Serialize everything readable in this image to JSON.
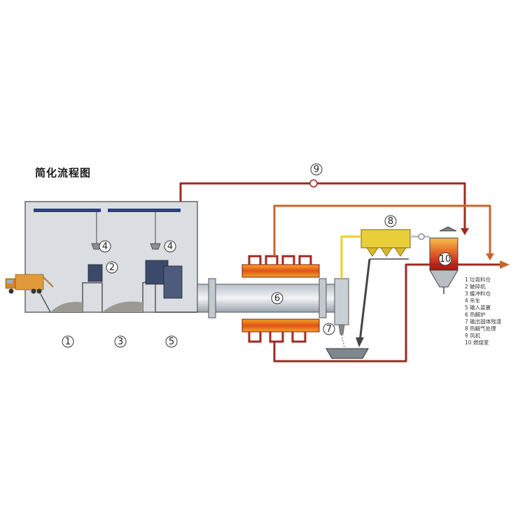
{
  "title": "简化流程图",
  "labels": {
    "n1": "1",
    "n2": "2",
    "n3": "3",
    "n4a": "4",
    "n4b": "4",
    "n5": "5",
    "n6": "6",
    "n7": "7",
    "n8": "8",
    "n9": "9",
    "n10": "10"
  },
  "legend": [
    "1 垃圾料仓",
    "2 破碎机",
    "3 缓冲料仓",
    "4 吊车",
    "5 输入装置",
    "6 热解炉",
    "7 输出固体残渣",
    "8 热解气处理",
    "9 风机",
    "10 燃烧室"
  ],
  "colors": {
    "pipe_red": "#9e2a22",
    "pipe_orange": "#c8642a",
    "pipe_yellow": "#e8d228",
    "building": "#dadee2",
    "kiln_hot": "#e88a20",
    "conveyor_blue": "#2c3f86"
  }
}
